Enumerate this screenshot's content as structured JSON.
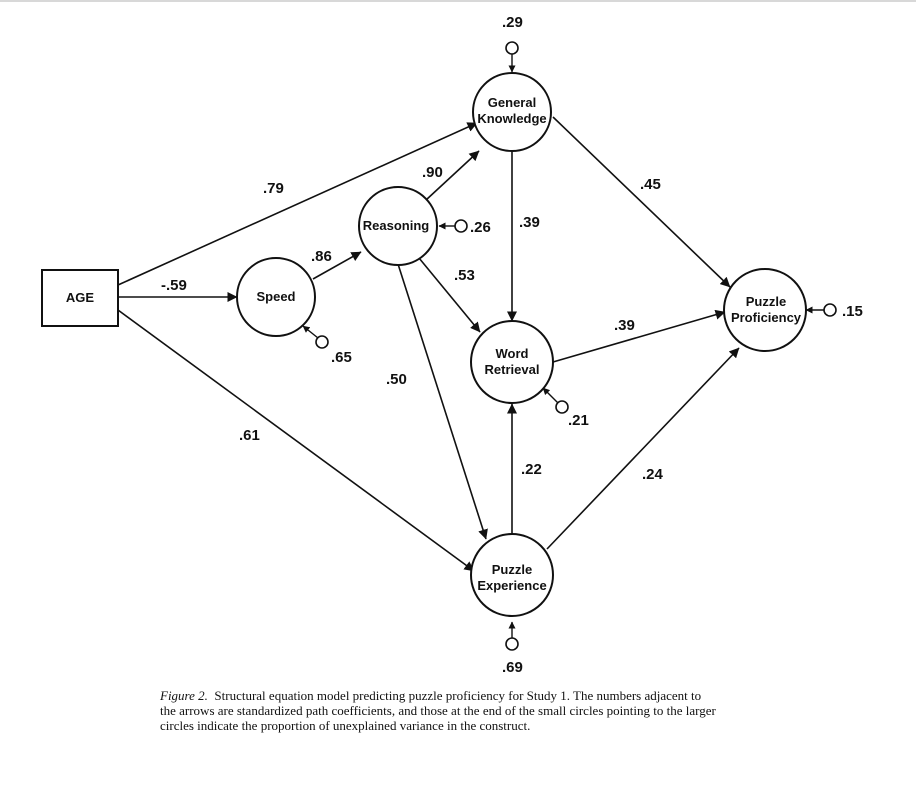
{
  "nodes": {
    "age": "AGE",
    "speed": "Speed",
    "reasoning": "Reasoning",
    "general_knowledge": [
      "General",
      "Knowledge"
    ],
    "word_retrieval": [
      "Word",
      "Retrieval"
    ],
    "puzzle_experience": [
      "Puzzle",
      "Experience"
    ],
    "puzzle_proficiency": [
      "Puzzle",
      "Proficiency"
    ]
  },
  "paths": {
    "age_general_knowledge": ".79",
    "age_speed": "-.59",
    "age_puzzle_experience": ".61",
    "speed_reasoning": ".86",
    "reasoning_general_knowledge": ".90",
    "reasoning_word_retrieval": ".53",
    "reasoning_puzzle_experience": ".50",
    "general_knowledge_word_retrieval": ".39",
    "general_knowledge_puzzle_proficiency": ".45",
    "word_retrieval_puzzle_proficiency": ".39",
    "puzzle_experience_word_retrieval": ".22",
    "puzzle_experience_puzzle_proficiency": ".24"
  },
  "residuals": {
    "general_knowledge": ".29",
    "reasoning": ".26",
    "speed": ".65",
    "word_retrieval": ".21",
    "puzzle_experience": ".69",
    "puzzle_proficiency": ".15"
  },
  "caption": {
    "label": "Figure 2.",
    "text": "Structural equation model predicting puzzle proficiency for Study 1. The numbers adjacent to the arrows are standardized path coefficients, and those at the end of the small circles pointing to the larger circles indicate the proportion of unexplained variance in the construct."
  }
}
